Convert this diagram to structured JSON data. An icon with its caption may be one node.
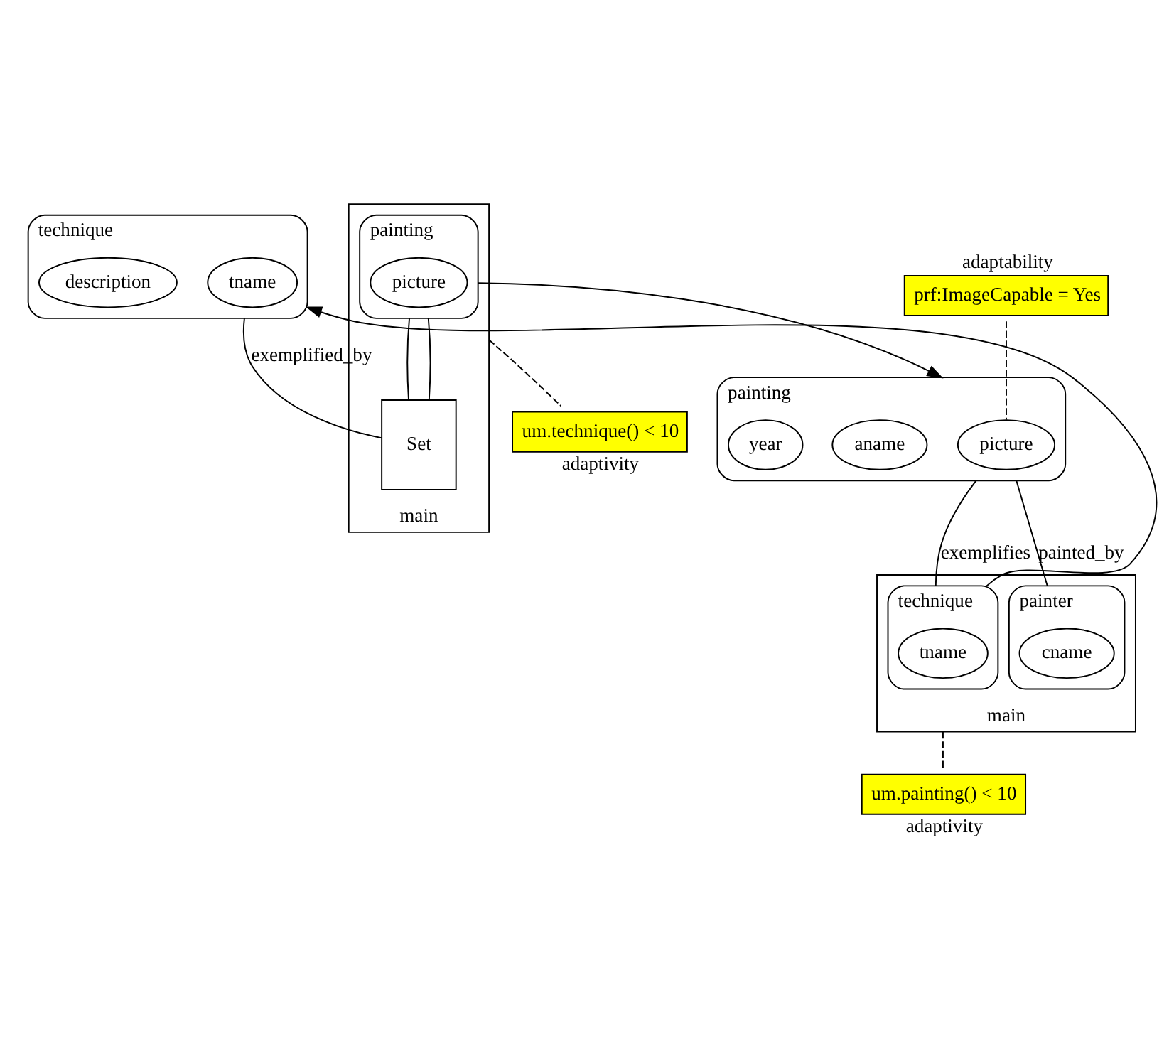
{
  "diagram": {
    "nodes": [
      {
        "text": [
          "main"
        ]
      },
      {
        "text": [
          "technique"
        ]
      },
      {
        "text": [
          "tname"
        ],
        "in": 1
      },
      {
        "text": [
          "description"
        ],
        "in": 1
      },
      {
        "text": [
          "painting"
        ],
        "in": 0
      },
      {
        "text": [
          "picture"
        ],
        "in": 4
      },
      {
        "text": [
          "Set"
        ],
        "in": 0
      },
      {
        "text": [
          "main"
        ]
      },
      {
        "text": [
          "painting"
        ]
      },
      {
        "text": [
          "picture"
        ],
        "in": 8
      },
      {
        "text": [
          "aname"
        ],
        "in": 8
      },
      {
        "text": [
          "year"
        ],
        "in": 8
      },
      {
        "text": [
          "technique"
        ],
        "in": 7
      },
      {
        "text": [
          "tname"
        ],
        "in": 12
      },
      {
        "text": [
          "painter"
        ],
        "in": 7
      },
      {
        "text": [
          "cname"
        ],
        "in": 14
      },
      {
        "text": [
          "prf:ImageCapable = Yes"
        ],
        "beside": [
          "adaptability"
        ]
      },
      {
        "text": [
          "um.technique() < 10"
        ],
        "beside": [
          "adaptivity"
        ]
      },
      {
        "text": [
          "um.painting() < 10"
        ],
        "beside": [
          "adaptivity"
        ]
      }
    ],
    "edges": [
      {
        "from": 1,
        "to": 6,
        "label": "exemplified_by",
        "arrow": "none"
      },
      {
        "from": 4,
        "to": 6,
        "arrow": "none"
      },
      {
        "from": 4,
        "to": 6,
        "arrow": "none"
      },
      {
        "from": 4,
        "to": 8,
        "arrow": "to"
      },
      {
        "from": 12,
        "to": 1,
        "arrow": "to"
      },
      {
        "from": 8,
        "to": 12,
        "label": "exemplifies",
        "arrow": "none"
      },
      {
        "from": 8,
        "to": 14,
        "label": "painted_by",
        "arrow": "none"
      },
      {
        "from": 16,
        "to": 9,
        "arrow": "none",
        "style": "dashed"
      },
      {
        "from": 0,
        "to": 17,
        "arrow": "none",
        "style": "dashed"
      },
      {
        "from": 7,
        "to": 18,
        "arrow": "none",
        "style": "dashed"
      }
    ]
  }
}
